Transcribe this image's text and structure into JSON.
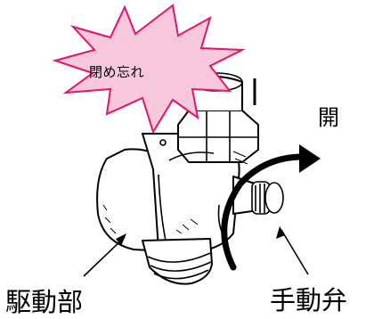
{
  "callout": {
    "text": "閉め忘れ",
    "fill_color": "#f7c8da",
    "stroke_color": "#e8116b"
  },
  "labels": {
    "open": "開",
    "drive_unit": "駆動部",
    "manual_valve": "手動弁"
  },
  "icons": {
    "rotation": "curved-arrow-icon"
  }
}
